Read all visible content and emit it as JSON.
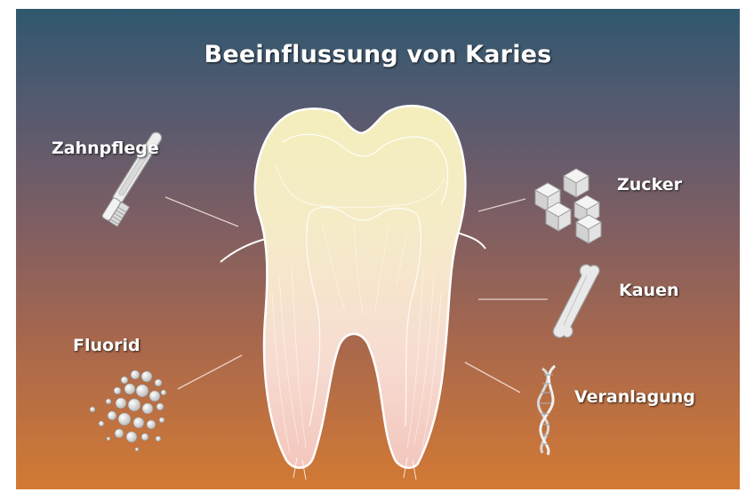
{
  "title": "Beeinflussung von Karies",
  "factors": {
    "zahnpflege": "Zahnpflege",
    "fluorid": "Fluorid",
    "zucker": "Zucker",
    "kauen": "Kauen",
    "veranlagung": "Veranlagung"
  },
  "colors": {
    "background_top": "#2f586e",
    "background_bottom": "#d37a34",
    "tooth_crown": "#f2eebd",
    "tooth_root": "#f6d2c6",
    "line_art": "#ffffff"
  },
  "icons": [
    "toothbrush-icon",
    "fluoride-pellets-icon",
    "sugar-cubes-icon",
    "bone-icon",
    "dna-helix-icon",
    "tooth-illustration"
  ]
}
